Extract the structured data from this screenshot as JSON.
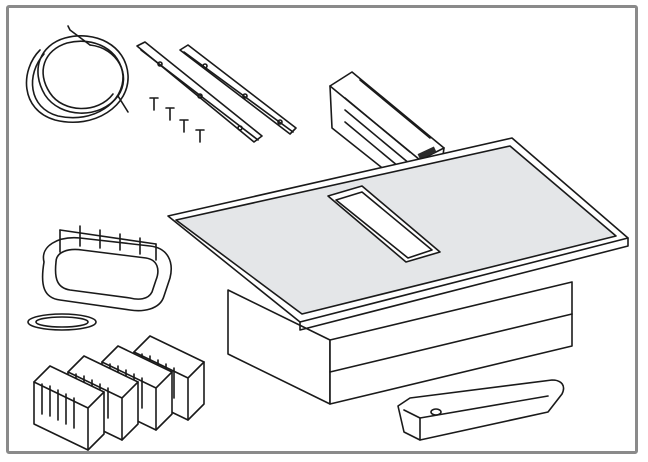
{
  "figure": {
    "parts": [
      {
        "id": "cable",
        "icon": "coiled-cable-icon"
      },
      {
        "id": "mounting-rails",
        "icon": "mounting-rail-icon"
      },
      {
        "id": "screws",
        "icon": "screw-icon"
      },
      {
        "id": "fan-module",
        "icon": "fan-module-icon"
      },
      {
        "id": "hob-cooktop",
        "icon": "cooktop-icon"
      },
      {
        "id": "duct-adapter",
        "icon": "duct-adapter-icon"
      },
      {
        "id": "seal-ring",
        "icon": "seal-ring-icon"
      },
      {
        "id": "filters",
        "icon": "filter-block-icon"
      },
      {
        "id": "drip-tray",
        "icon": "drip-tray-icon"
      }
    ],
    "colors": {
      "border": "#8a8a8a",
      "line": "#1a1a1a",
      "surface": "#e4e6e8"
    }
  }
}
